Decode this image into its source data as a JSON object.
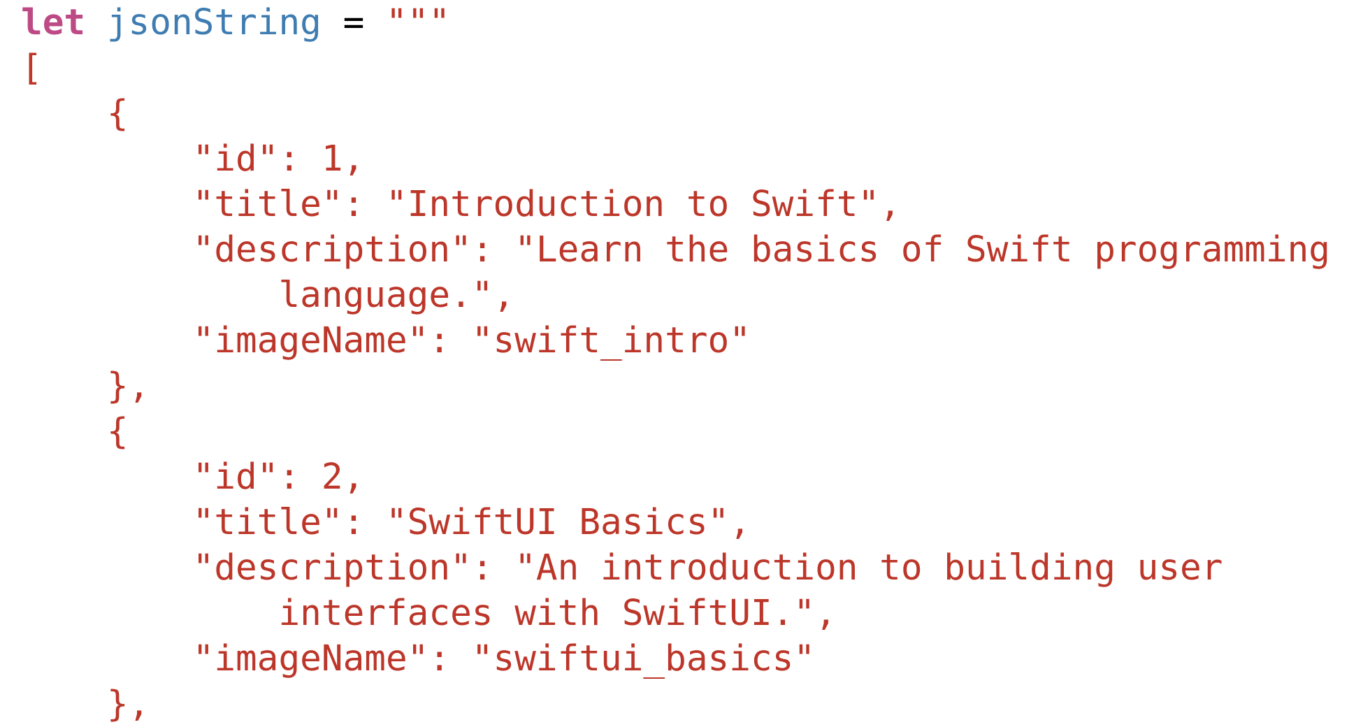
{
  "code": {
    "background": "#FFFFFF",
    "colors": {
      "keyword": "#BD4A85",
      "identifier": "#3E7CB1",
      "operator": "#000000",
      "string": "#BC3629"
    },
    "lines": [
      {
        "segments": [
          {
            "text": "let",
            "type": "keyword"
          },
          {
            "text": " ",
            "type": "operator"
          },
          {
            "text": "jsonString",
            "type": "identifier"
          },
          {
            "text": " = ",
            "type": "operator"
          },
          {
            "text": "\"\"\"",
            "type": "string"
          }
        ]
      },
      {
        "segments": [
          {
            "text": "[",
            "type": "string"
          }
        ]
      },
      {
        "segments": [
          {
            "text": "    {",
            "type": "string"
          }
        ]
      },
      {
        "segments": [
          {
            "text": "        \"id\": 1,",
            "type": "string"
          }
        ]
      },
      {
        "segments": [
          {
            "text": "        \"title\": \"Introduction to Swift\",",
            "type": "string"
          }
        ]
      },
      {
        "segments": [
          {
            "text": "        \"description\": \"Learn the basics of Swift programming",
            "type": "string"
          }
        ]
      },
      {
        "segments": [
          {
            "text": "            language.\",",
            "type": "string"
          }
        ]
      },
      {
        "segments": [
          {
            "text": "        \"imageName\": \"swift_intro\"",
            "type": "string"
          }
        ]
      },
      {
        "segments": [
          {
            "text": "    },",
            "type": "string"
          }
        ]
      },
      {
        "segments": [
          {
            "text": "    {",
            "type": "string"
          }
        ]
      },
      {
        "segments": [
          {
            "text": "        \"id\": 2,",
            "type": "string"
          }
        ]
      },
      {
        "segments": [
          {
            "text": "        \"title\": \"SwiftUI Basics\",",
            "type": "string"
          }
        ]
      },
      {
        "segments": [
          {
            "text": "        \"description\": \"An introduction to building user",
            "type": "string"
          }
        ]
      },
      {
        "segments": [
          {
            "text": "            interfaces with SwiftUI.\",",
            "type": "string"
          }
        ]
      },
      {
        "segments": [
          {
            "text": "        \"imageName\": \"swiftui_basics\"",
            "type": "string"
          }
        ]
      },
      {
        "segments": [
          {
            "text": "    },",
            "type": "string"
          }
        ]
      }
    ]
  }
}
